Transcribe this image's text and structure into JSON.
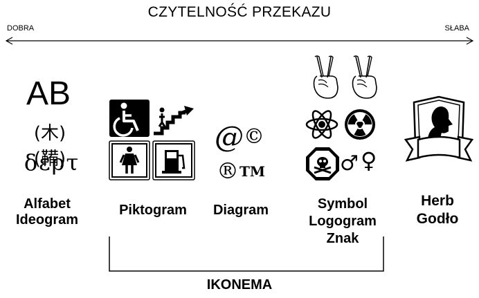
{
  "header": {
    "title": "CZYTELNOŚĆ PRZEKAZU",
    "scale_left": "DOBRA",
    "scale_right": "SŁABA"
  },
  "columns": {
    "alphabet": {
      "sample_latin": "AB",
      "sample_cjk": "(木) (鞴)",
      "sample_greek": "δερτ",
      "label_line1": "Alfabet",
      "label_line2": "Ideogram"
    },
    "pictogram": {
      "label": "Piktogram",
      "icons": [
        "wheelchair-icon",
        "escalator-icon",
        "woman-toilet-icon",
        "fuel-station-icon"
      ]
    },
    "diagram": {
      "glyph_at": "@",
      "glyph_copyright": "©",
      "glyph_registered": "®",
      "glyph_trademark": "TM",
      "label": "Diagram"
    },
    "symbol": {
      "icons": [
        "victory-hand-icon",
        "victory-hand-icon",
        "atom-icon",
        "radiation-icon",
        "poison-skull-icon",
        "male-sign-icon",
        "female-sign-icon"
      ],
      "male_sign": "♂",
      "female_sign": "♀",
      "label_line1": "Symbol",
      "label_line2": "Logogram",
      "label_line3": "Znak"
    },
    "emblem": {
      "icons": [
        "coat-of-arms-icon"
      ],
      "label_line1": "Herb",
      "label_line2": "Godło"
    }
  },
  "bracket_label": "IKONEMA"
}
